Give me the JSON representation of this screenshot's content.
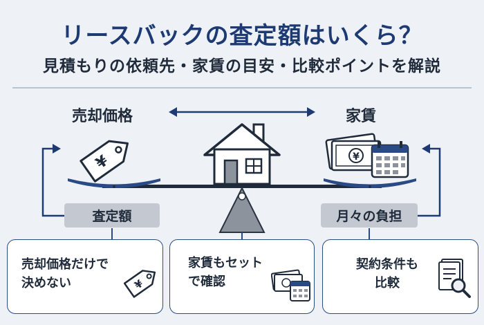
{
  "title": {
    "line1": "リースバックの査定額はいくら？",
    "line2": "見積もりの依頼先・家賃の目安・比較ポイントを解説"
  },
  "left": {
    "heading": "売却価格",
    "price_tag_symbol": "¥",
    "badge": "査定額",
    "icon": "price-tag-icon"
  },
  "right": {
    "heading": "家賃",
    "badge": "月々の負担",
    "icon": "money-calendar-icon"
  },
  "cards": [
    {
      "line1": "売却価格だけで",
      "line2": "決めない",
      "icon": "price-tag-icon",
      "symbol": "¥"
    },
    {
      "line1": "家賃もセット",
      "line2": "で確認",
      "icon": "money-calendar-icon"
    },
    {
      "line1": "契約条件も",
      "line2": "比較",
      "icon": "document-search-icon"
    }
  ],
  "colors": {
    "navy": "#1d3a73",
    "accent_blue": "#2a4a85",
    "background": "#eef1f5",
    "badge_gray": "#c4c9d1"
  }
}
